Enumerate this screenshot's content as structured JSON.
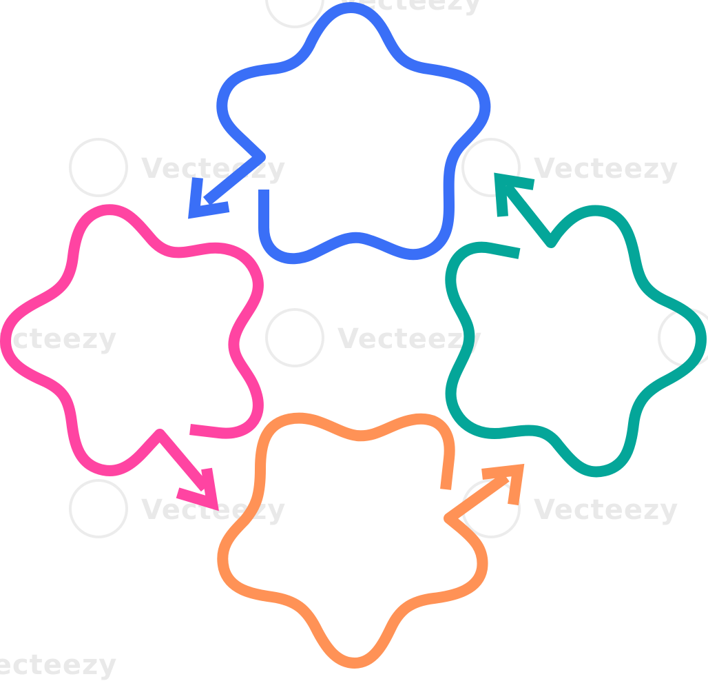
{
  "watermark": {
    "text": "Vecteezy",
    "color": "#e9e9e9"
  },
  "shapes": [
    {
      "name": "top-star-shape",
      "color": "#3a6ff7",
      "arrow_direction": "down-left"
    },
    {
      "name": "left-star-shape",
      "color": "#ff44a2",
      "arrow_direction": "down-right"
    },
    {
      "name": "bottom-star-shape",
      "color": "#ff9256",
      "arrow_direction": "up-right"
    },
    {
      "name": "right-star-shape",
      "color": "#04a699",
      "arrow_direction": "up-left"
    }
  ]
}
